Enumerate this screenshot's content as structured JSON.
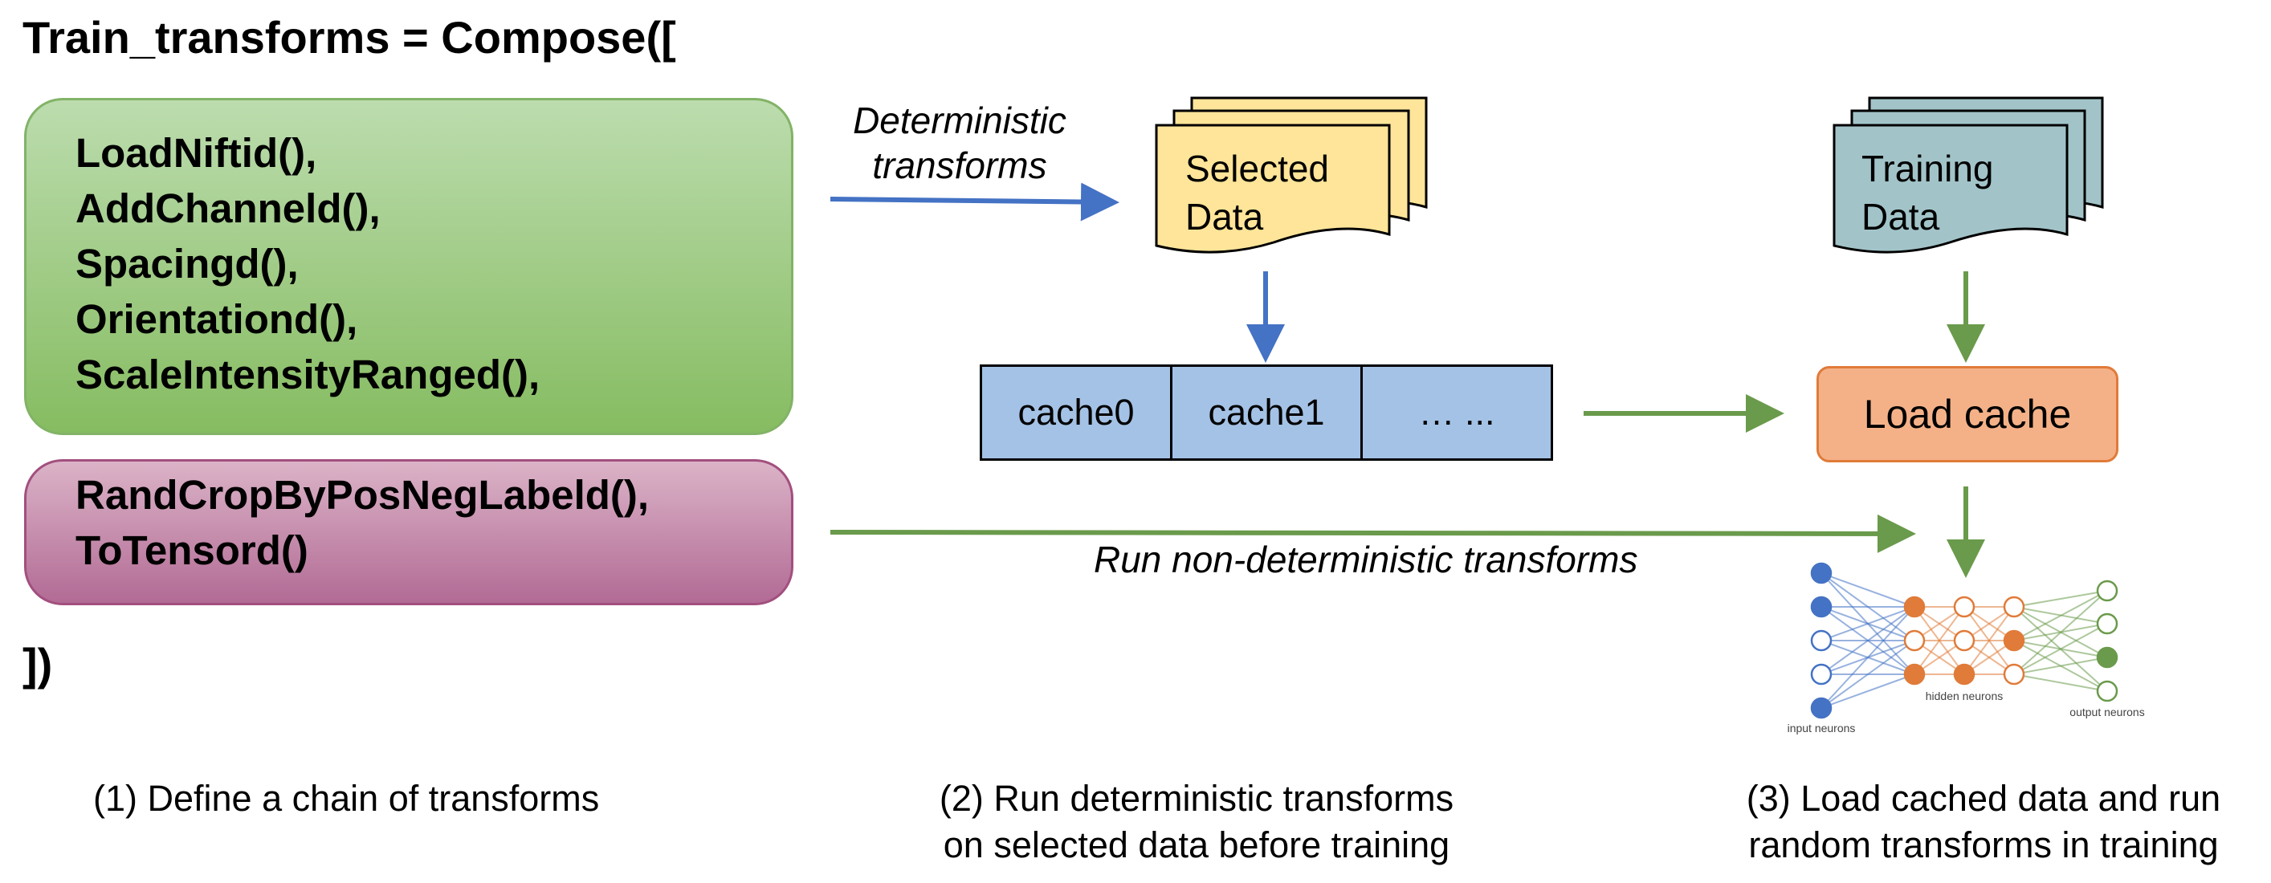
{
  "code": {
    "open": "Train_transforms = Compose([",
    "close": "])",
    "deterministic_transforms": [
      "LoadNiftid(),",
      "AddChanneld(),",
      "Spacingd(),",
      "Orientationd(),",
      "ScaleIntensityRanged(),"
    ],
    "random_transforms": [
      "RandCropByPosNegLabeld(),",
      "ToTensord()"
    ]
  },
  "labels": {
    "deterministic_arrow": "Deterministic transforms",
    "nondeterministic_arrow": "Run non-deterministic transforms"
  },
  "documents": {
    "selected": [
      "Selected",
      "Data"
    ],
    "training": [
      "Training",
      "Data"
    ]
  },
  "cache": {
    "cells": [
      "cache0",
      "cache1",
      "… ..."
    ],
    "load": "Load cache"
  },
  "network": {
    "input_label": "input neurons",
    "hidden_label": "hidden neurons",
    "output_label": "output neurons"
  },
  "captions": {
    "step1": "(1) Define a chain of transforms",
    "step2": [
      "(2) Run deterministic transforms",
      "on selected data before training"
    ],
    "step3": [
      "(3) Load cached data and run",
      "random transforms in training"
    ]
  },
  "colors": {
    "green_box": "#9cc97c",
    "pink_box": "#c58aab",
    "document_yellow": "#ffe599",
    "document_teal": "#a2c4c9",
    "cache_blue": "#a4c2e5",
    "load_orange": "#f4b188",
    "arrow_blue": "#4472c4",
    "arrow_green": "#6a9a4b"
  }
}
